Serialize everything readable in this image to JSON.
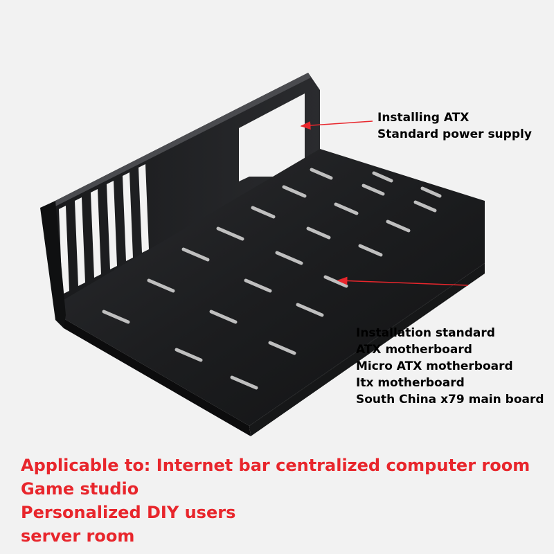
{
  "callouts": {
    "psu": [
      "Installing ATX",
      "Standard power supply"
    ],
    "motherboard": [
      "Installation standard",
      "ATX motherboard",
      "Micro ATX motherboard",
      "Itx motherboard",
      "South China x79 main board"
    ]
  },
  "applicable": [
    "Applicable to: Internet bar centralized computer room",
    "Game studio",
    "Personalized DIY users",
    "server room"
  ],
  "colors": {
    "background": "#f2f2f2",
    "metal": "#1d1e20",
    "highlight_text": "#e8262c",
    "arrow": "#e8262c"
  }
}
